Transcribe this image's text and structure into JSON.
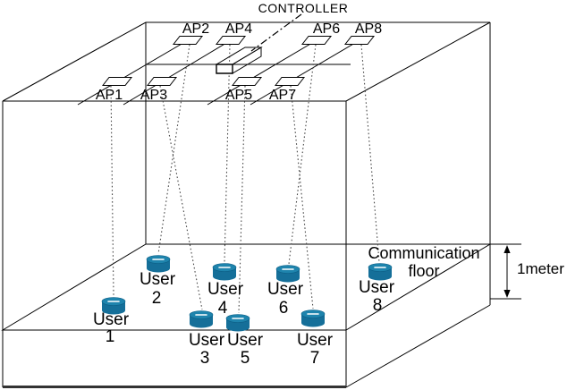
{
  "controller": {
    "label": "CONTROLLER"
  },
  "aps": [
    {
      "label": "AP1"
    },
    {
      "label": "AP2"
    },
    {
      "label": "AP3"
    },
    {
      "label": "AP4"
    },
    {
      "label": "AP5"
    },
    {
      "label": "AP6"
    },
    {
      "label": "AP7"
    },
    {
      "label": "AP8"
    }
  ],
  "users": [
    {
      "label": "User",
      "number": "1"
    },
    {
      "label": "User",
      "number": "2"
    },
    {
      "label": "User",
      "number": "3"
    },
    {
      "label": "User",
      "number": "4"
    },
    {
      "label": "User",
      "number": "5"
    },
    {
      "label": "User",
      "number": "6"
    },
    {
      "label": "User",
      "number": "7"
    },
    {
      "label": "User",
      "number": "8"
    }
  ],
  "links": [
    {
      "from": "AP1",
      "to": "User 1"
    },
    {
      "from": "AP2",
      "to": "User 2"
    },
    {
      "from": "AP3",
      "to": "User 3"
    },
    {
      "from": "AP4",
      "to": "User 4"
    },
    {
      "from": "AP5",
      "to": "User 5"
    },
    {
      "from": "AP6",
      "to": "User 6"
    },
    {
      "from": "AP7",
      "to": "User 7"
    },
    {
      "from": "AP8",
      "to": "User 8"
    },
    {
      "from": "CONTROLLER",
      "to": "controller-box"
    }
  ],
  "annotations": {
    "floor_line1": "Communication",
    "floor_line2": "floor",
    "dimension": "1meter"
  },
  "colors": {
    "user_icon_body": "#156f99",
    "user_icon_top": "#1e84ad",
    "line": "#000000",
    "dotted_line": "#4a4a4a"
  }
}
